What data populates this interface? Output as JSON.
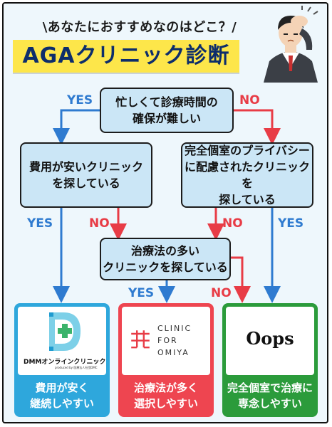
{
  "header": {
    "subtitle": "\\あなたにおすすめなのはどこ？/",
    "title": "AGAクリニック診断"
  },
  "nodes": {
    "q1": "忙しくて診療時間の\n確保が難しい",
    "q2": "費用が安いクリニック\nを探している",
    "q3": "完全個室のプライバシー\nに配慮されたクリニックを\n探している",
    "q4": "治療法の多い\nクリニックを探している"
  },
  "labels": {
    "yes": "YES",
    "no": "NO"
  },
  "results": [
    {
      "logo_text": "DMMオンラインクリニック",
      "logo_sub": "produced by 医療法人社団DMC",
      "caption": "費用が安く\n継続しやすい",
      "color": "#2ea7dc"
    },
    {
      "logo_text": "CLINIC\nFOR\nOMIYA",
      "caption": "治療法が多く\n選択しやすい",
      "color": "#ee4550"
    },
    {
      "logo_text": "Oops",
      "caption": "完全個室で治療に\n専念しやすい",
      "color": "#2b9b3b"
    }
  ],
  "colors": {
    "yes_arrow": "#2f7bd0",
    "no_arrow": "#e83c46",
    "node_fill": "#cbe6f6",
    "title_highlight": "#fde64a",
    "title_text": "#0d2d6b"
  },
  "icons": [
    "thinking-man-illustration",
    "arrow-down-icon"
  ]
}
